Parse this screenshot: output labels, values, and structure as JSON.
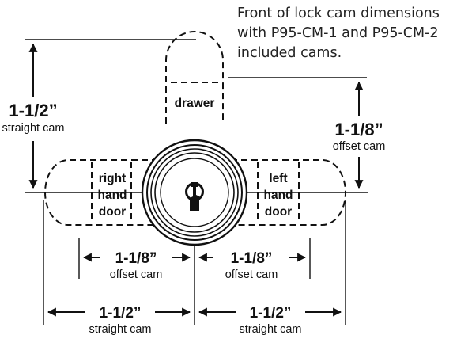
{
  "caption": {
    "lines": [
      "Front of lock cam dimensions",
      "with P95-CM-1 and P95-CM-2",
      "included cams."
    ]
  },
  "cams": {
    "drawer": "drawer",
    "right": [
      "right",
      "hand",
      "door"
    ],
    "left": [
      "left",
      "hand",
      "door"
    ]
  },
  "dimensions": {
    "vertical_straight": {
      "value": "1-1/2”",
      "label": "straight cam"
    },
    "vertical_offset": {
      "value": "1-1/8”",
      "label": "offset cam"
    },
    "offset_left": {
      "value": "1-1/8”",
      "label": "offset cam"
    },
    "offset_right": {
      "value": "1-1/8”",
      "label": "offset cam"
    },
    "straight_left": {
      "value": "1-1/2”",
      "label": "straight cam"
    },
    "straight_right": {
      "value": "1-1/2”",
      "label": "straight cam"
    }
  },
  "colors": {
    "line": "#111111",
    "caption_text": "#222222",
    "background": "#ffffff"
  },
  "icons": {
    "key": "keyhole-icon"
  }
}
